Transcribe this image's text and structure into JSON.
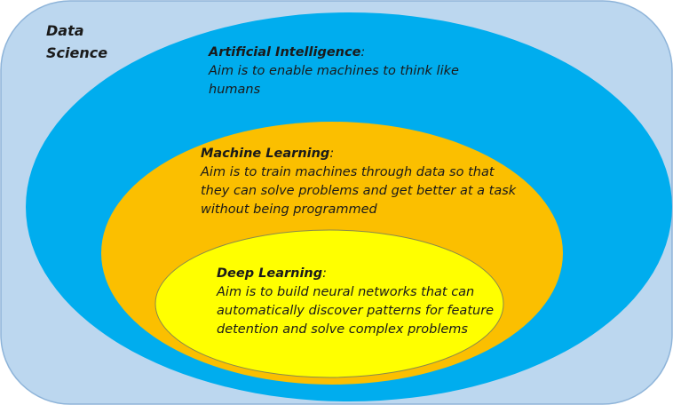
{
  "colors": {
    "data_science_bg": "#bcd7ef",
    "data_science_border": "#8eb4d9",
    "ai_fill": "#00adee",
    "ml_fill": "#fbbf00",
    "dl_fill": "#ffff00",
    "dl_border": "#8a8a4a"
  },
  "data_science": {
    "line1": "Data",
    "line2": "Science"
  },
  "artificial_intelligence": {
    "title": "Artificial Intelligence",
    "colon": ":",
    "desc_line1": "Aim is to enable machines to think like",
    "desc_line2": "humans"
  },
  "machine_learning": {
    "title": "Machine Learning",
    "colon": ":",
    "desc_line1": "Aim is to train machines through data so that",
    "desc_line2": "they can solve problems and get better at a task",
    "desc_line3": "without being programmed"
  },
  "deep_learning": {
    "title": "Deep Learning",
    "colon": ":",
    "desc_line1": "Aim is to build neural networks that can",
    "desc_line2": "automatically discover patterns for feature",
    "desc_line3": "detention and solve complex problems"
  }
}
